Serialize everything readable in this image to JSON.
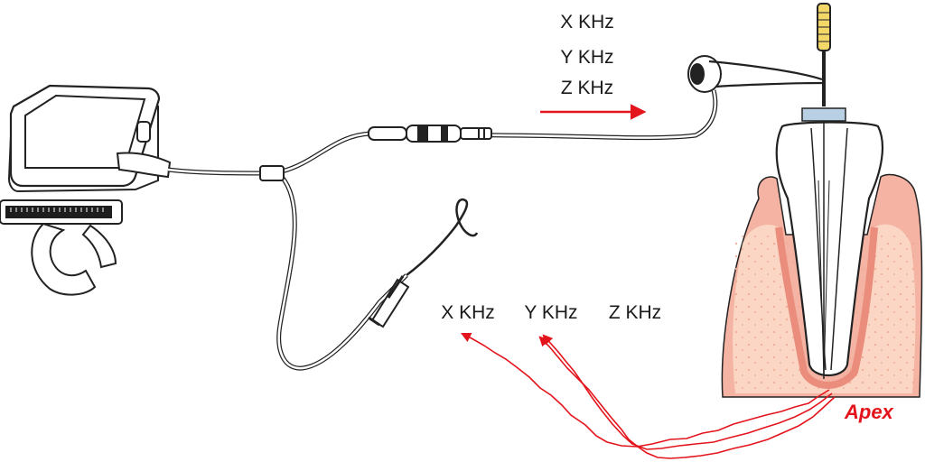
{
  "signal_out": {
    "freq_1": "X KHz",
    "freq_2": "Y KHz",
    "freq_3": "Z KHz"
  },
  "signal_return": {
    "freq_1": "X KHz",
    "freq_2": "Y KHz",
    "freq_3": "Z KHz"
  },
  "apex_label": "Apex",
  "colors": {
    "arrow": "#e3141b",
    "gum": "#f4b3a3",
    "gum_dark": "#ea8d7c",
    "bone": "#fbd6c4",
    "file_handle": "#f3d768",
    "stopper": "#b9cfe4"
  }
}
